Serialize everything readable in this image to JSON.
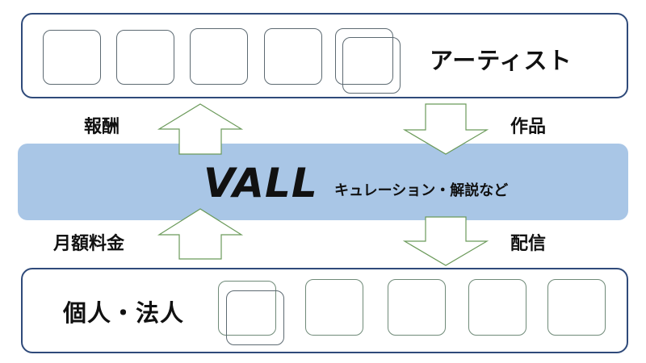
{
  "diagram": {
    "artist_panel": {
      "label": "アーティスト",
      "tile_count": 5
    },
    "consumer_panel": {
      "label": "個人・法人",
      "tile_count": 5
    },
    "platform": {
      "name": "VALL",
      "description": "キュレーション・解説など"
    },
    "flows": {
      "reward": "報酬",
      "works": "作品",
      "monthly_fee": "月額料金",
      "distribution": "配信"
    }
  },
  "colors": {
    "panel_border": "#2f4a7a",
    "band_fill": "#a9c6e6",
    "arrow_outline": "#6b9a5a",
    "tile_border": "#5d6a72"
  },
  "icons": {
    "up_arrow": "hollow-up-arrow",
    "down_arrow": "hollow-down-arrow"
  }
}
